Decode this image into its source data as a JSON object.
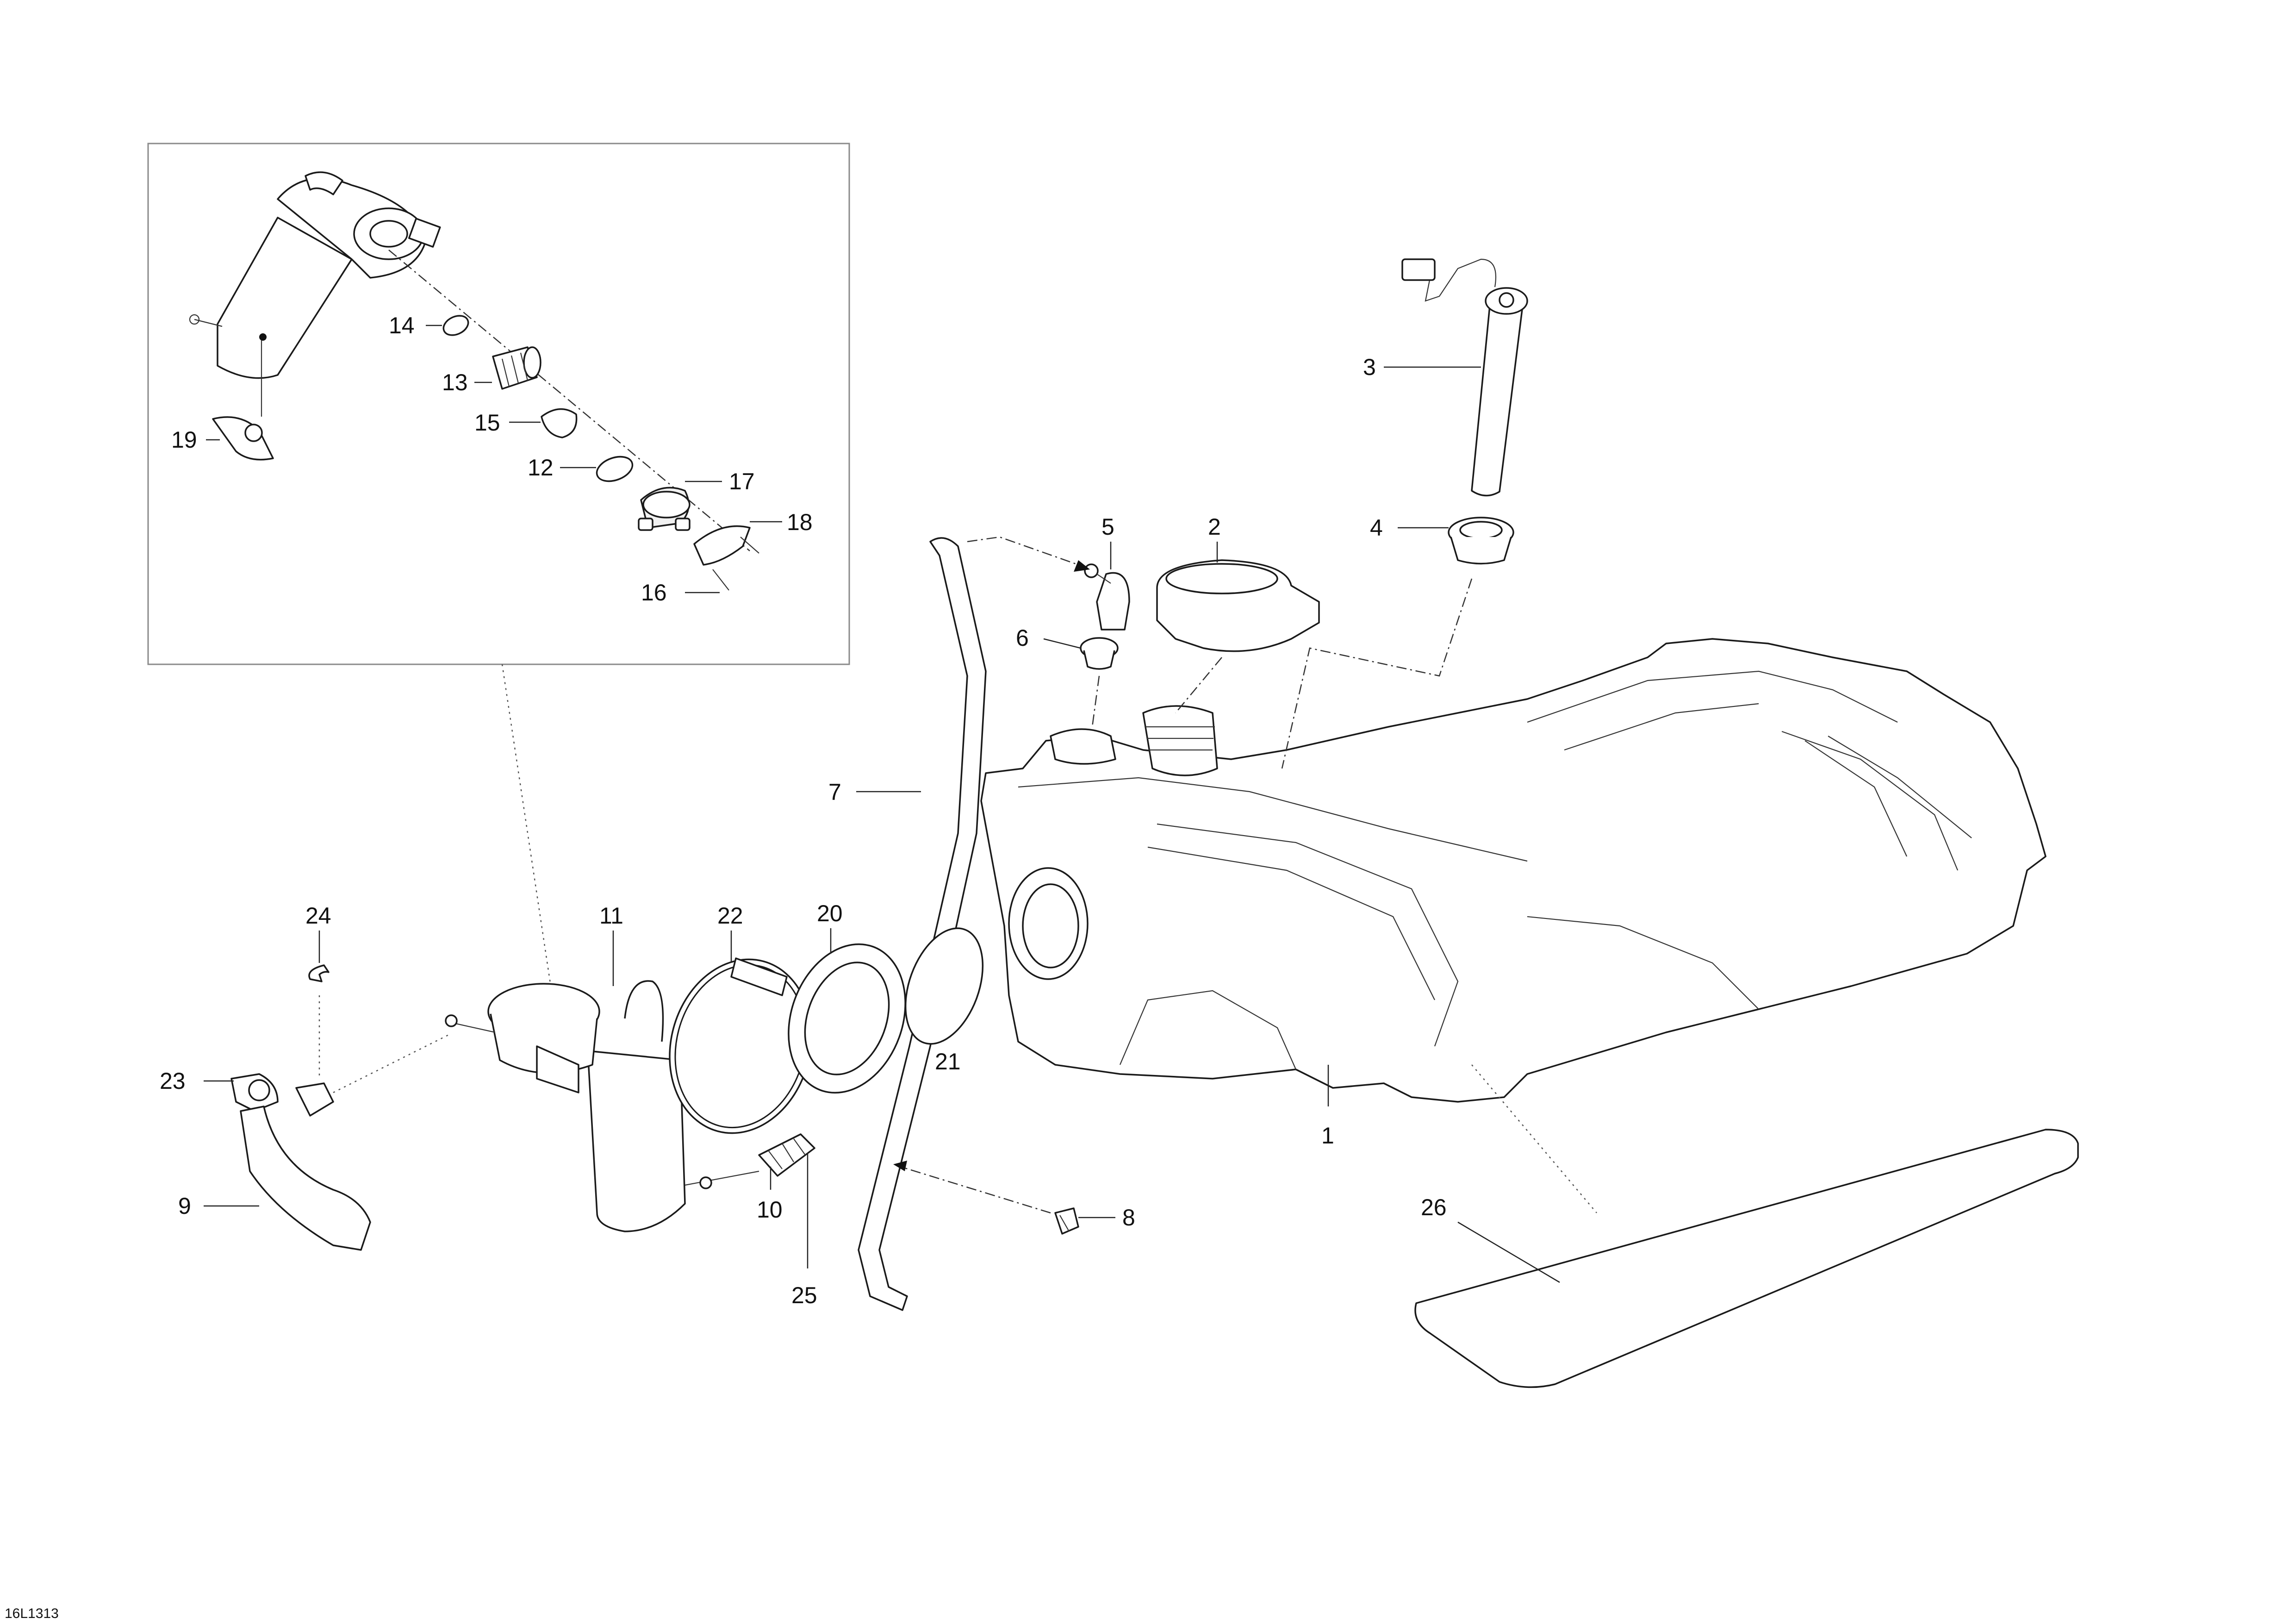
{
  "figure_code": "16L1313",
  "callouts": [
    {
      "id": "c1",
      "label": "1"
    },
    {
      "id": "c2",
      "label": "2"
    },
    {
      "id": "c3",
      "label": "3"
    },
    {
      "id": "c4",
      "label": "4"
    },
    {
      "id": "c5",
      "label": "5"
    },
    {
      "id": "c6",
      "label": "6"
    },
    {
      "id": "c7",
      "label": "7"
    },
    {
      "id": "c8",
      "label": "8"
    },
    {
      "id": "c9",
      "label": "9"
    },
    {
      "id": "c10",
      "label": "10"
    },
    {
      "id": "c11",
      "label": "11"
    },
    {
      "id": "c12",
      "label": "12"
    },
    {
      "id": "c13",
      "label": "13"
    },
    {
      "id": "c14",
      "label": "14"
    },
    {
      "id": "c15",
      "label": "15"
    },
    {
      "id": "c16",
      "label": "16"
    },
    {
      "id": "c17",
      "label": "17"
    },
    {
      "id": "c18",
      "label": "18"
    },
    {
      "id": "c19",
      "label": "19"
    },
    {
      "id": "c20",
      "label": "20"
    },
    {
      "id": "c21",
      "label": "21"
    },
    {
      "id": "c22",
      "label": "22"
    },
    {
      "id": "c23",
      "label": "23"
    },
    {
      "id": "c24",
      "label": "24"
    },
    {
      "id": "c25",
      "label": "25"
    },
    {
      "id": "c26",
      "label": "26"
    }
  ]
}
